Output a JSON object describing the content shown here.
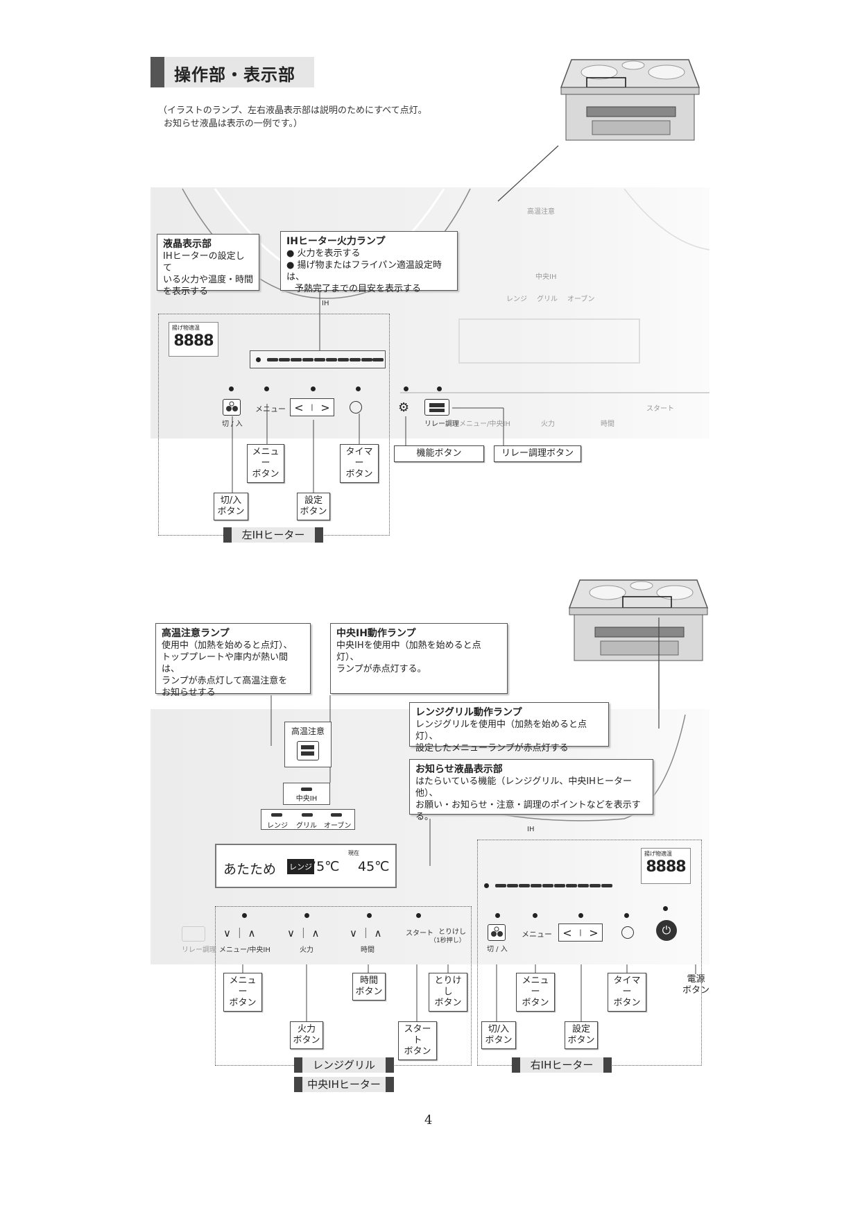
{
  "page_title": "操作部・表示部",
  "note_lines": [
    "（イラストのランプ、左右液晶表示部は説明のためにすべて点灯。",
    "お知らせ液晶は表示の一例です。）"
  ],
  "top": {
    "lcd_callout": {
      "title": "液晶表示部",
      "lines": [
        "IHヒーターの設定して",
        "いる火力や温度・時間",
        "を表示する"
      ]
    },
    "lamp_callout": {
      "title": "IHヒーター火力ランプ",
      "lines": [
        "● 火力を表示する",
        "● 揚げ物またはフライパン適温設定時は、",
        "予熱完了までの目安を表示する"
      ]
    },
    "ih_label": "IH",
    "lcd_small": "揚げ物適温",
    "lcd_digits": "8888",
    "panel_labels": {
      "kirinyu": "切 / 入",
      "menu": "メニュー",
      "relay": "リレー調理",
      "menu_center": "メニュー/中央IH",
      "power_level": "火力",
      "time": "時間",
      "start": "スタート",
      "kouon": "高温注意",
      "chuo": "中央IH",
      "range": "レンジ",
      "grill": "グリル",
      "oven": "オーブン"
    },
    "buttons": {
      "menu": [
        "メニュー",
        "ボタン"
      ],
      "timer": [
        "タイマー",
        "ボタン"
      ],
      "kirinyu": [
        "切/入",
        "ボタン"
      ],
      "settei": [
        "設定",
        "ボタン"
      ],
      "kinou": "機能ボタン",
      "relay": "リレー調理ボタン"
    },
    "section": "左IHヒーター"
  },
  "bottom": {
    "kouon_callout": {
      "title": "高温注意ランプ",
      "lines": [
        "使用中（加熱を始めると点灯）、",
        "トッププレートや庫内が熱い間は、",
        "ランプが赤点灯して高温注意を",
        "お知らせする"
      ]
    },
    "chuo_callout": {
      "title": "中央IH動作ランプ",
      "lines": [
        "中央IHを使用中（加熱を始めると点灯）、",
        "ランプが赤点灯する。"
      ]
    },
    "range_callout": {
      "title": "レンジグリル動作ランプ",
      "lines": [
        "レンジグリルを使用中（加熱を始めると点灯）、",
        "設定したメニューランプが赤点灯する"
      ]
    },
    "info_callout": {
      "title": "お知らせ液晶表示部",
      "lines": [
        "はたらいている機能（レンジグリル、中央IHヒーター他）、",
        "お願い・お知らせ・注意・調理のポイントなどを表示する。"
      ]
    },
    "kouon_label": "高温注意",
    "chuo_label": "中央IH",
    "lamp_labels": [
      "レンジ",
      "グリル",
      "オーブン"
    ],
    "display": {
      "food": "あたため",
      "mode": "レンジ",
      "set_temp": "75℃",
      "current_label": "現在",
      "current_temp": "45℃"
    },
    "ih_label": "IH",
    "lcd_small": "揚げ物適温",
    "lcd_digits": "8888",
    "panel_labels": {
      "menu_center": "メニュー/中央IH",
      "power_level": "火力",
      "time": "時間",
      "start": "スタート",
      "cancel": "とりけし",
      "cancel_sub": "（1秒押し）",
      "kirinyu": "切 / 入",
      "menu": "メニュー",
      "relay": "リレー調理"
    },
    "arrows": "∨ ｜ ∧",
    "buttons": {
      "menu": [
        "メニュー",
        "ボタン"
      ],
      "time": [
        "時間",
        "ボタン"
      ],
      "cancel": [
        "とりけし",
        "ボタン"
      ],
      "power_level": [
        "火力",
        "ボタン"
      ],
      "start": [
        "スタート",
        "ボタン"
      ],
      "r_menu": [
        "メニュー",
        "ボタン"
      ],
      "r_timer": [
        "タイマー",
        "ボタン"
      ],
      "r_kirinyu": [
        "切/入",
        "ボタン"
      ],
      "r_settei": [
        "設定",
        "ボタン"
      ],
      "power": [
        "電源",
        "ボタン"
      ]
    },
    "section_range": "レンジグリル",
    "section_chuo": "中央IHヒーター",
    "section_right": "右IHヒーター"
  },
  "page_number": "4"
}
